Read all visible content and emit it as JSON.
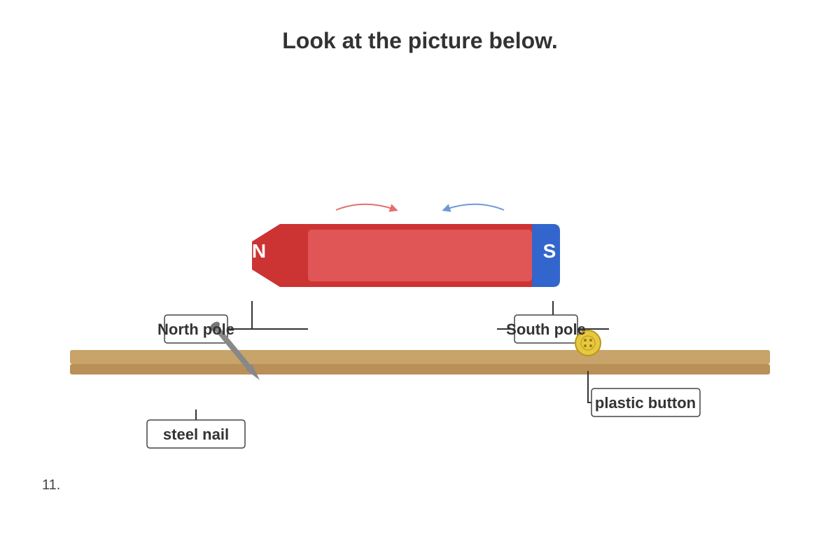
{
  "title": "Look at the picture below.",
  "question_number": "11.",
  "magnet": {
    "north_letter": "N",
    "south_letter": "S",
    "colors": {
      "north": "#cc3333",
      "north_inner": "#e05555",
      "south": "#3366cc"
    }
  },
  "labels": {
    "north_pole": "North pole",
    "south_pole": "South pole",
    "steel_nail": "steel nail",
    "plastic_button": "plastic button"
  },
  "colors": {
    "shelf_top": "#c8a46a",
    "shelf_bottom": "#b89058",
    "nail": "#888888",
    "button": "#e8c840"
  }
}
